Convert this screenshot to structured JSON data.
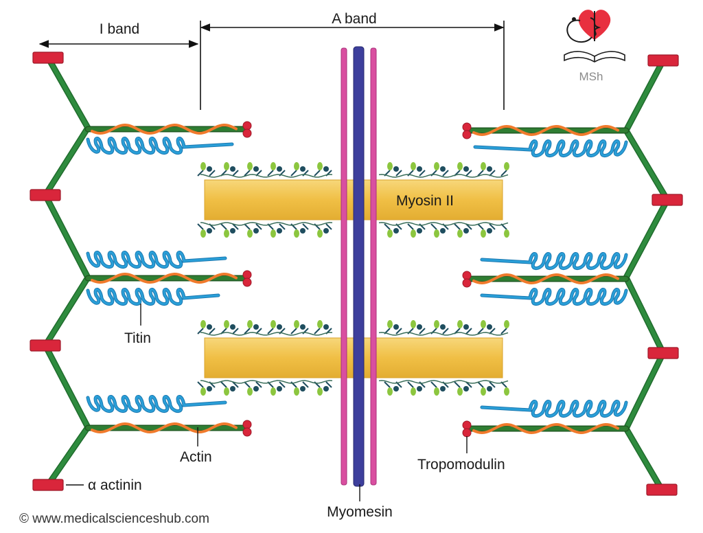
{
  "labels": {
    "i_band": "I band",
    "a_band": "A band",
    "myosin": "Myosin II",
    "titin": "Titin",
    "actin": "Actin",
    "alpha_actinin": "α actinin",
    "myomesin": "Myomesin",
    "tropomodulin": "Tropomodulin"
  },
  "logo": {
    "text": "MSh"
  },
  "copyright": "© www.medicalscienceshub.com",
  "colors": {
    "z_disc": "#2e8b3e",
    "z_disc_dark": "#1f6b2c",
    "alpha_actinin": "#d9263b",
    "actin": "#2f7d32",
    "tropomyosin": "#f07a2c",
    "titin": "#2a9fd8",
    "tropomodulin": "#d9263b",
    "myosin_rod": "#f2c34f",
    "myosin_head_light": "#8cc63f",
    "myosin_head_dark": "#1f4e5f",
    "myomesin_pink": "#d94fa0",
    "myomesin_blue": "#3d3f9c",
    "logo_heart": "#e8303f"
  }
}
